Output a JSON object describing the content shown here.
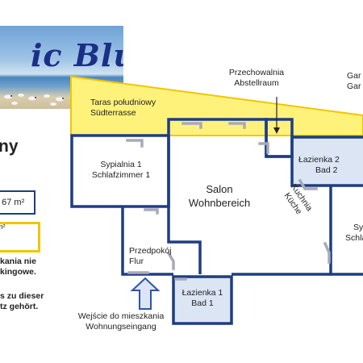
{
  "banner": {
    "title": "ic Blue"
  },
  "sidebar": {
    "title": "ny",
    "area_total": ": 67 m²",
    "area_terrace": "m²",
    "note_pl": [
      "kania nie",
      "kingowe."
    ],
    "note_de": [
      "s zu dieser",
      "tz gehört."
    ]
  },
  "rooms": {
    "terrace": [
      "Taras południowy",
      "Südterrasse"
    ],
    "bedroom1": [
      "Sypialnia 1",
      "Schlafzimmer 1"
    ],
    "salon": [
      "Salon",
      "Wohnbereich"
    ],
    "storage": [
      "Przechowalnia",
      "Abstellraum"
    ],
    "garden": [
      "Gar",
      "Gar"
    ],
    "bath2": [
      "Łazienka 2",
      "Bad 2"
    ],
    "kitchen": [
      "Kuchnia",
      "Küche"
    ],
    "bedroom2": [
      "Syp",
      "Schla"
    ],
    "hall": [
      "Przedpokój",
      "Flur"
    ],
    "bath1": [
      "Łazienka 1",
      "Bad 1"
    ],
    "entrance": [
      "Wejście do mieszkania",
      "Wohnungseingang"
    ]
  },
  "colors": {
    "wall": "#1f3d82",
    "terrace": "#fff27a",
    "bath": "#dbe5f4",
    "door": "#a9a9b9",
    "arrow": "#2e55a4"
  }
}
